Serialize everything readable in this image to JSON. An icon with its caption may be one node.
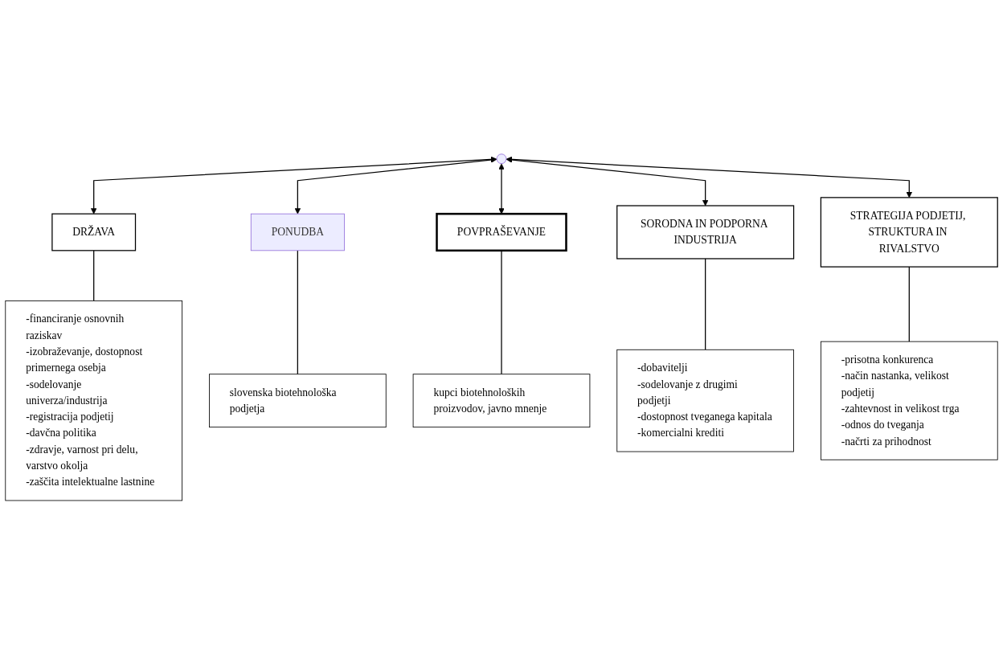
{
  "diagram": {
    "nodes": [
      {
        "text": [
          "DRŽAVA"
        ]
      },
      {
        "text": [
          "-financiranje osnovnih raziskav",
          "-izobraževanje, dostopnost primernega osebja",
          "-sodelovanje univerza/industrija",
          "-registracija podjetij",
          "-davčna politika",
          "-zdravje, varnost pri delu, varstvo okolja",
          "-zaščita intelektualne lastnine"
        ]
      },
      {
        "text": [
          "PONUDBA"
        ]
      },
      {
        "text": [],
        "shape": "point"
      },
      {
        "text": [
          "POVPRAŠEVANJE"
        ]
      },
      {
        "text": [
          "slovenska biotehnološka podjetja"
        ]
      },
      {
        "text": [
          "kupci biotehnoloških proizvodov, javno mnenje"
        ]
      },
      {
        "text": [
          "SORODNA IN PODPORNA INDUSTRIJA"
        ]
      },
      {
        "text": [
          "STRATEGIJA PODJETIJ, STRUKTURA IN RIVALSTVO"
        ]
      },
      {
        "text": [
          "-dobavitelji",
          "-sodelovanje z drugimi podjetji",
          "-dostopnost tveganega kapitala",
          "-komercialni krediti"
        ]
      },
      {
        "text": [
          "-prisotna konkurenca",
          "-način nastanka, velikost podjetij",
          "-zahtevnost in velikost trga",
          "-odnos do tveganja",
          "-načrti za prihodnost"
        ]
      }
    ],
    "edges": [
      {
        "from": 0,
        "to": 1,
        "arrow": "none"
      },
      {
        "from": 3,
        "to": 0,
        "arrow": "both"
      },
      {
        "from": 3,
        "to": 2,
        "arrow": "both"
      },
      {
        "from": 3,
        "to": 4,
        "arrow": "both"
      },
      {
        "from": 2,
        "to": 5,
        "arrow": "none"
      },
      {
        "from": 4,
        "to": 6,
        "arrow": "none"
      },
      {
        "from": 3,
        "to": 7,
        "arrow": "both"
      },
      {
        "from": 3,
        "to": 8,
        "arrow": "both"
      },
      {
        "from": 7,
        "to": 9,
        "arrow": "none"
      },
      {
        "from": 8,
        "to": 10,
        "arrow": "none"
      }
    ]
  }
}
